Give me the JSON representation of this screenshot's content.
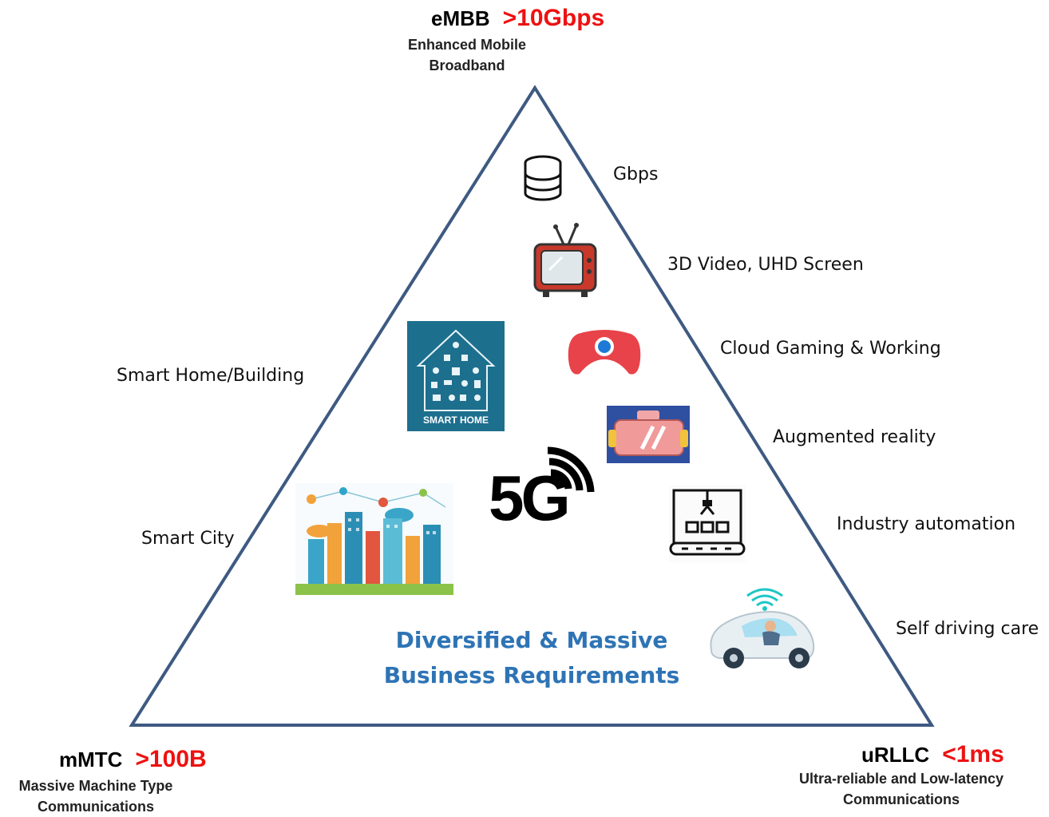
{
  "corners": {
    "top": {
      "name": "eMBB",
      "metric": ">10Gbps",
      "sub1": "Enhanced Mobile",
      "sub2": "Broadband"
    },
    "left": {
      "name": "mMTC",
      "metric": ">100B",
      "sub1": "Massive Machine Type",
      "sub2": "Communications"
    },
    "right": {
      "name": "uRLLC",
      "metric": "<1ms",
      "sub1": "Ultra-reliable and Low-latency",
      "sub2": "Communications"
    }
  },
  "right_labels": [
    "Gbps",
    "3D Video, UHD Screen",
    "Cloud Gaming & Working",
    "Augmented reality",
    "Industry automation",
    "Self driving care"
  ],
  "left_labels": [
    "Smart Home/Building",
    "Smart City"
  ],
  "center": {
    "line1": "Diversified & Massive",
    "line2": "Business Requirements"
  },
  "logo": {
    "text": "5G"
  },
  "smart_home": {
    "caption": "SMART HOME"
  },
  "icons": [
    "database-icon",
    "tv-icon",
    "gamepad-icon",
    "vr-headset-icon",
    "factory-robot-icon",
    "self-driving-car-icon",
    "smart-home-icon",
    "smart-city-icon"
  ],
  "colors": {
    "triangle": "#3e5a82",
    "accent_red": "#ee1111",
    "center_blue": "#2e74b5",
    "smart_home_bg": "#1d6f8e"
  }
}
